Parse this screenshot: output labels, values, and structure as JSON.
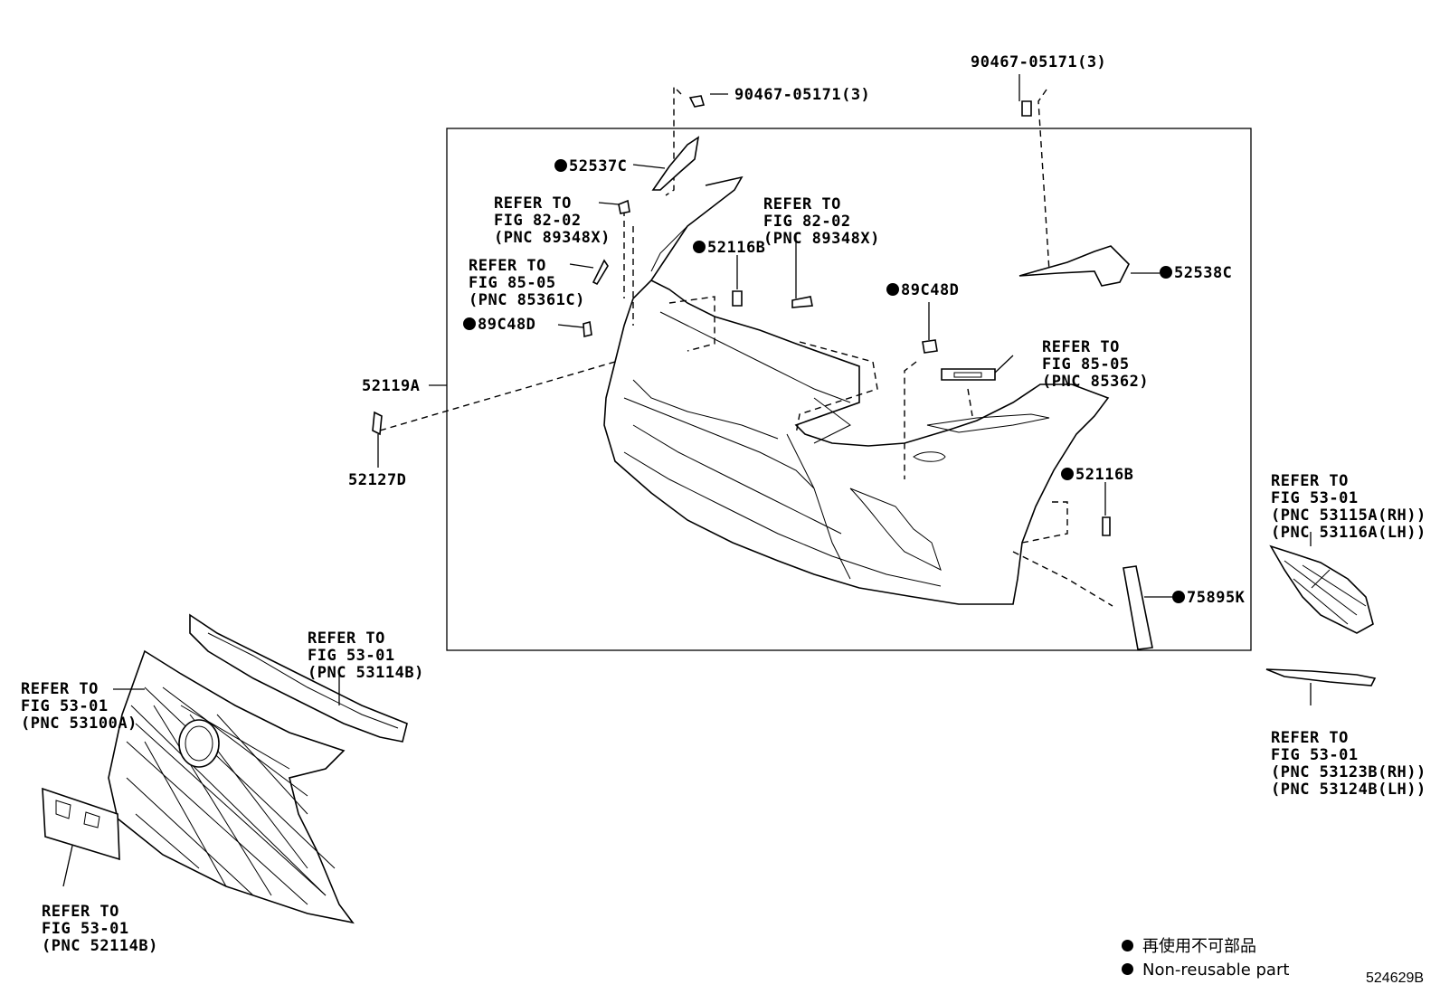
{
  "callouts": {
    "clip_top_left": "90467-05171(3)",
    "clip_top_right": "90467-05171(3)",
    "p52537c": "52537C",
    "refer_82_02_left": [
      "REFER TO",
      "FIG 82-02",
      "(PNC 89348X)"
    ],
    "refer_85_05_left": [
      "REFER TO",
      "FIG 85-05",
      "(PNC 85361C)"
    ],
    "p89c48d_left": "89C48D",
    "p52116b_top": "52116B",
    "refer_82_02_center": [
      "REFER TO",
      "FIG 82-02",
      "(PNC 89348X)"
    ],
    "p89c48d_right": "89C48D",
    "p52538c": "52538C",
    "refer_85_05_right": [
      "REFER TO",
      "FIG 85-05",
      "(PNC 85362)"
    ],
    "p52119a": "52119A",
    "p52127d": "52127D",
    "p52116b_right": "52116B",
    "p75895k": "75895K",
    "refer_53_01_side_grille": [
      "REFER TO",
      "FIG 53-01",
      "(PNC 53115A(RH))",
      "(PNC 53116A(LH))"
    ],
    "refer_53_01_molding": [
      "REFER TO",
      "FIG 53-01",
      "(PNC 53123B(RH))",
      "(PNC 53124B(LH))"
    ],
    "refer_53_01_retainer": [
      "REFER TO",
      "FIG 53-01",
      "(PNC 53114B)"
    ],
    "refer_53_01_grille": [
      "REFER TO",
      "FIG 53-01",
      "(PNC 53100A)"
    ],
    "refer_53_01_plate": [
      "REFER TO",
      "FIG 53-01",
      "(PNC 52114B)"
    ]
  },
  "legend": {
    "line1": "再使用不可部品",
    "line2": "Non-reusable part"
  },
  "figure_number": "524629B"
}
